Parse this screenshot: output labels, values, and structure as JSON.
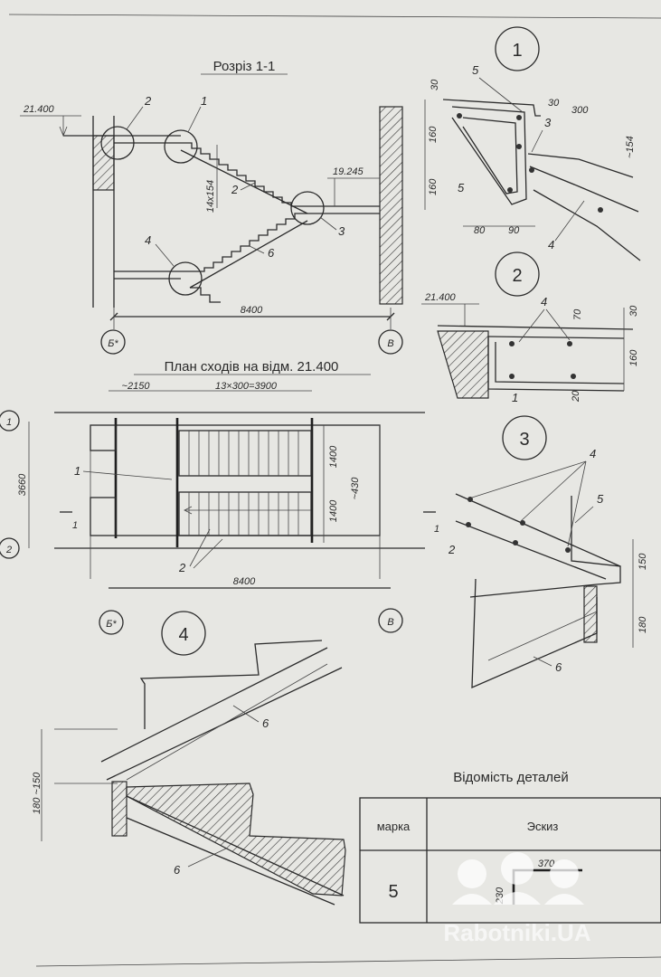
{
  "section": {
    "title": "Розріз 1-1",
    "level_top": "21.400",
    "level_mid": "19.245",
    "span": "8400",
    "callouts": [
      "1",
      "2",
      "3",
      "4"
    ],
    "riser_label": "14x154",
    "parts": [
      "2",
      "6"
    ],
    "axes": [
      "Б*",
      "В"
    ]
  },
  "plan": {
    "title": "План сходів на відм. 21.400",
    "dim_landing": "~2150",
    "dim_treads": "13×300=3900",
    "dim_flight1": "1400",
    "dim_flight2": "1400",
    "dim_total_width": "~430",
    "dim_depth": "3660",
    "span": "8400",
    "rows": [
      "1",
      "2"
    ],
    "axes": [
      "Б*",
      "В"
    ],
    "section_mark": "1",
    "part_labels": [
      "1",
      "2"
    ]
  },
  "detail1": {
    "number": "1",
    "dims": [
      "30",
      "30",
      "300",
      "160",
      "160",
      "~154",
      "80",
      "90"
    ],
    "parts": [
      "5",
      "3",
      "5",
      "4"
    ]
  },
  "detail2": {
    "number": "2",
    "level": "21.400",
    "dims": [
      "70",
      "160",
      "30",
      "20"
    ],
    "parts": [
      "4",
      "1"
    ]
  },
  "detail3": {
    "number": "3",
    "dims": [
      "150",
      "180"
    ],
    "parts": [
      "4",
      "5",
      "2",
      "6"
    ],
    "section_mark": "1"
  },
  "detail4": {
    "number": "4",
    "dims": [
      "180 ~150"
    ],
    "parts": [
      "6",
      "6"
    ]
  },
  "table": {
    "title": "Відомість деталей",
    "col_mark": "марка",
    "col_sketch": "Эскиз",
    "rows": [
      {
        "mark": "5",
        "sketch_w": "370",
        "sketch_h": "230"
      }
    ]
  },
  "watermark": "Rabotniki.UA"
}
